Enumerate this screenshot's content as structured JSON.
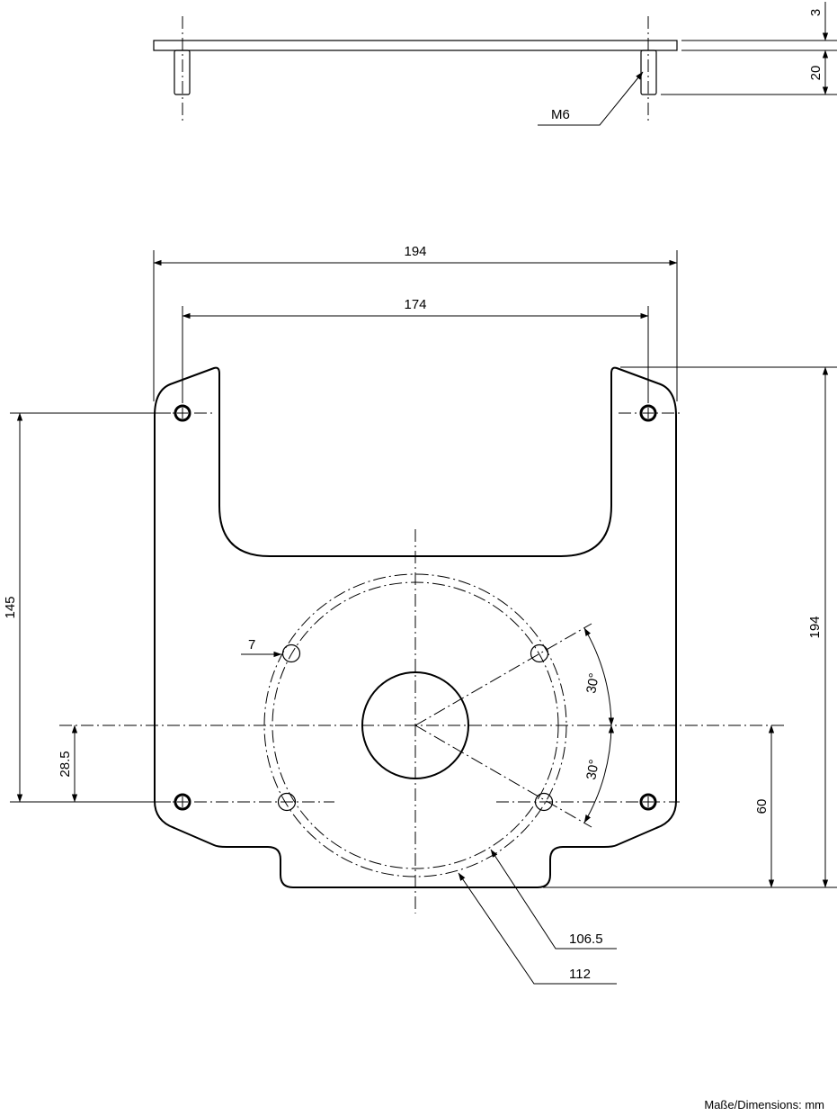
{
  "side_view": {
    "thickness": "3",
    "pin_length": "20",
    "thread": "M6"
  },
  "top_view": {
    "overall_width": "194",
    "hole_spacing": "174",
    "overall_height": "194",
    "hole_vertical": "145",
    "center_offset_small": "28.5",
    "center_offset": "60",
    "hole_diameter": "7",
    "angle_upper": "30°",
    "angle_lower": "30°",
    "circle_inner": "106.5",
    "circle_outer": "112"
  },
  "units_note": "Maße/Dimensions: mm",
  "colors": {
    "line": "#000000",
    "background": "#ffffff"
  }
}
